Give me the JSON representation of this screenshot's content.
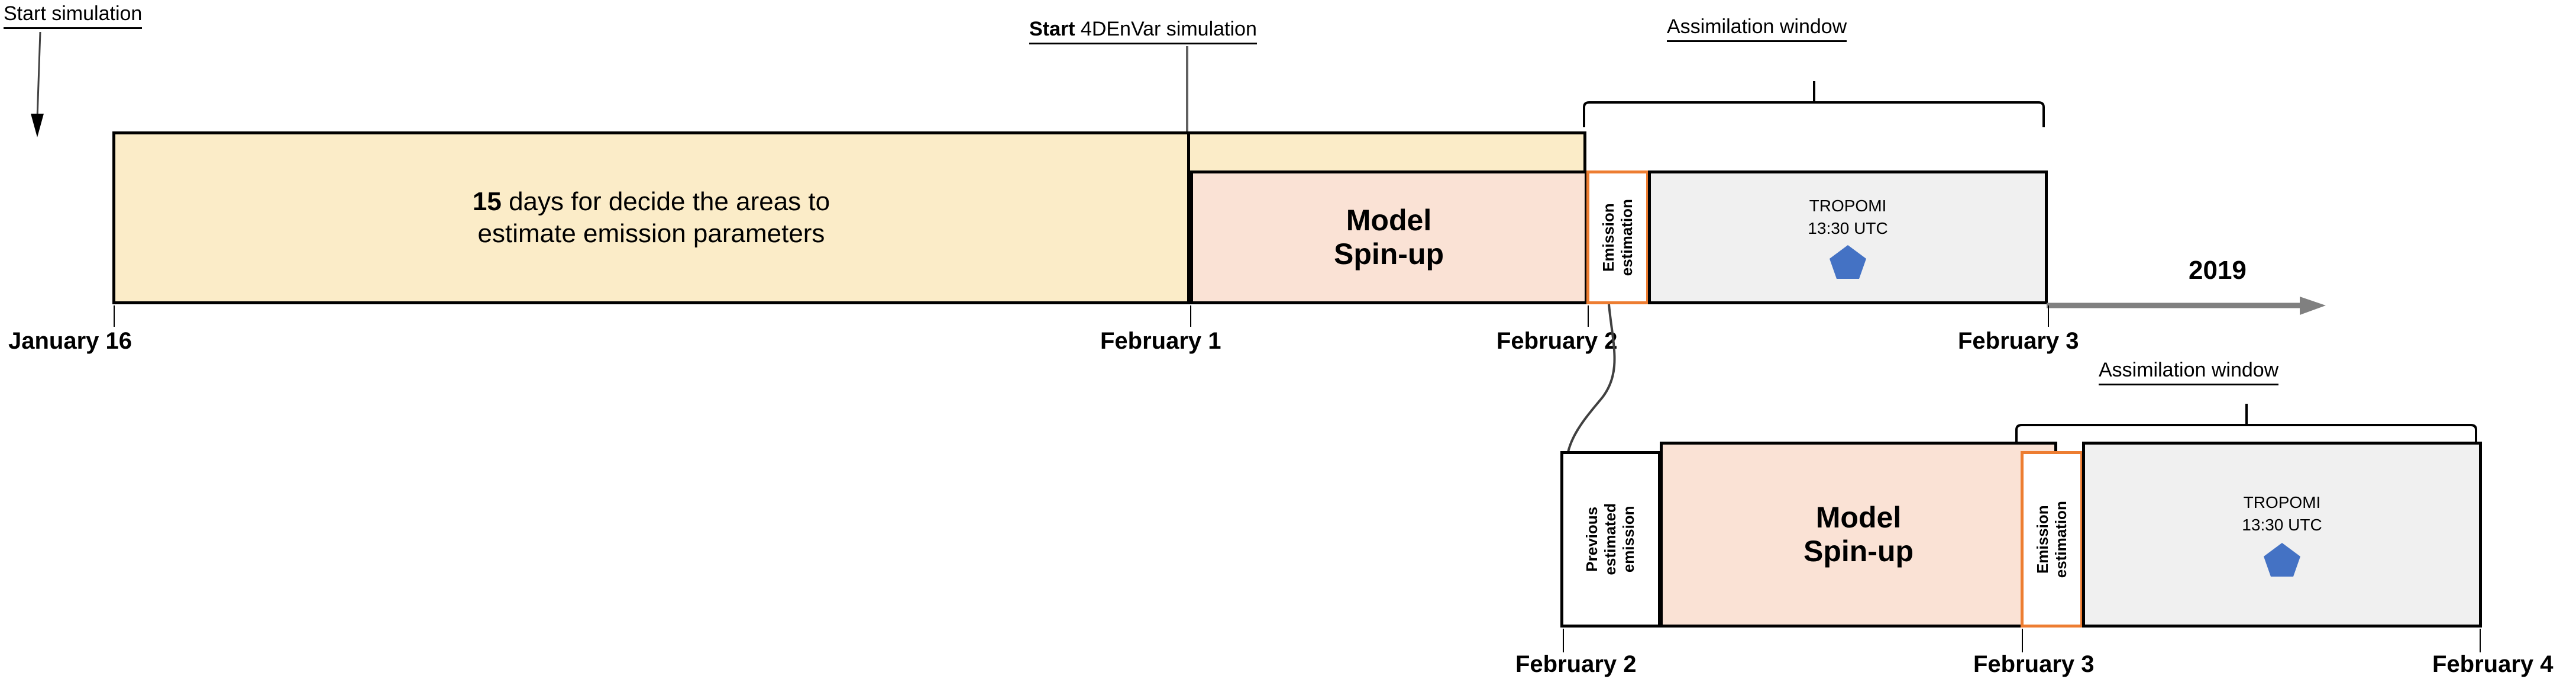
{
  "annotations": {
    "start_simulation": "Start simulation",
    "start_4denvar_bold": "Start",
    "start_4denvar_rest": " 4DEnVar simulation",
    "assimilation_window_top": "Assimilation window",
    "assimilation_window_bottom": "Assimilation window"
  },
  "year_label": "2019",
  "top_row": {
    "spin_period_bold": "15",
    "spin_period_rest": " days for decide the areas to",
    "spin_period_line2": "estimate emission parameters",
    "model_spinup_line1": "Model",
    "model_spinup_line2": "Spin-up",
    "emission_estimation_line1": "Emission",
    "emission_estimation_line2": "estimation",
    "tropomi_line1": "TROPOMI",
    "tropomi_line2": "13:30 UTC",
    "dates": [
      {
        "label": "January 16"
      },
      {
        "label": "February 1"
      },
      {
        "label": "February 2"
      },
      {
        "label": "February 3"
      }
    ]
  },
  "bottom_row": {
    "previous_emission_line1": "Previous",
    "previous_emission_line2": "estimated",
    "previous_emission_line3": "emission",
    "model_spinup_line1": "Model",
    "model_spinup_line2": "Spin-up",
    "emission_estimation_line1": "Emission",
    "emission_estimation_line2": "estimation",
    "tropomi_line1": "TROPOMI",
    "tropomi_line2": "13:30 UTC",
    "dates": [
      {
        "label": "February 2"
      },
      {
        "label": "February 3"
      },
      {
        "label": "February 4"
      }
    ]
  },
  "colors": {
    "yellow_fill": "#fbecc8",
    "peach_fill": "#fae2d5",
    "gray_fill": "#f0f0f0",
    "orange_stroke": "#ed7d31",
    "pentagon_fill": "#4472c4",
    "axis_arrow": "#808080",
    "outline": "#000000"
  },
  "icons": {
    "satellite_marker": "pentagon-icon",
    "time_axis": "right-arrow-icon",
    "start_pointer": "down-arrow-icon",
    "feedback_link": "curved-arrow-icon"
  }
}
